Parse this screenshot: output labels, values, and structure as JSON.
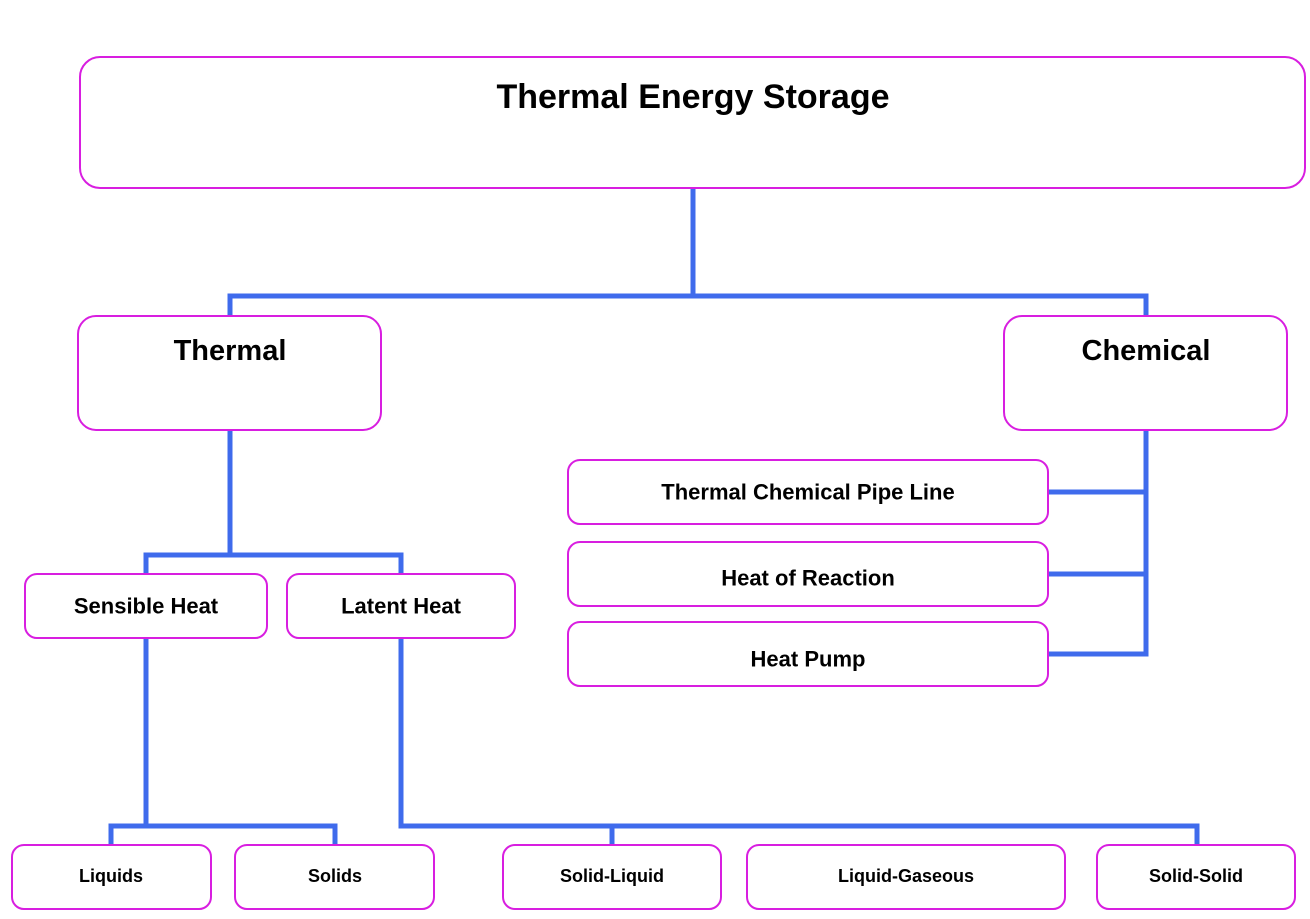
{
  "diagram": {
    "root": "Thermal Energy Storage",
    "thermal": "Thermal",
    "chemical": "Chemical",
    "sensible_heat": "Sensible Heat",
    "latent_heat": "Latent Heat",
    "chemical_items": [
      "Thermal Chemical Pipe Line",
      "Heat of Reaction",
      "Heat Pump"
    ],
    "sensible_leaves": [
      "Liquids",
      "Solids"
    ],
    "latent_leaves": [
      "Solid-Liquid",
      "Liquid-Gaseous",
      "Solid-Solid"
    ],
    "colors": {
      "box_border": "#d81ee0",
      "connector": "#3f6bec",
      "text": "#000000"
    }
  }
}
